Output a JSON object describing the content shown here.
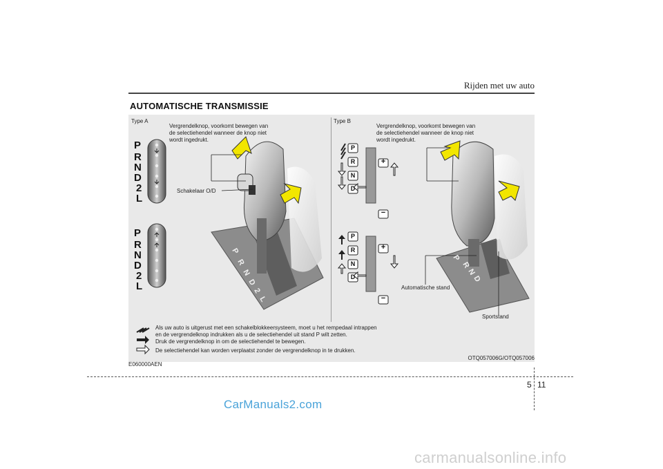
{
  "header": {
    "title": "Rijden met uw auto"
  },
  "section": {
    "title": "AUTOMATISCHE TRANSMISSIE"
  },
  "figure": {
    "type_a": {
      "label": "Type A",
      "lock_callout": [
        "Vergrendelknop, voorkomt bewegen van",
        "de selectiehendel wanneer de knop niet",
        "wordt ingedrukt."
      ],
      "od_callout": "Schakelaar O/D",
      "gears_top": [
        "P",
        "R",
        "N",
        "D",
        "2",
        "L"
      ],
      "gears_bottom": [
        "P",
        "R",
        "N",
        "D",
        "2",
        "L"
      ],
      "gate_letters": [
        "P",
        "R",
        "N",
        "D",
        "2",
        "L"
      ]
    },
    "type_b": {
      "label": "Type B",
      "lock_callout": [
        "Vergrendelknop, voorkomt bewegen van",
        "de selectiehendel wanneer de knop niet",
        "wordt ingedrukt."
      ],
      "gears_top": [
        "P",
        "R",
        "N",
        "D"
      ],
      "gears_bottom": [
        "P",
        "R",
        "N",
        "D"
      ],
      "plus": "+",
      "minus": "−",
      "auto_callout": "Automatische stand",
      "sport_callout": "Sportstand",
      "gate_letters": [
        "P",
        "R",
        "N",
        "D"
      ]
    },
    "legend": [
      "Als uw auto is uitgerust met een schakelblokkeersysteem, moet u het rempedaal intrappen",
      "en de vergrendelknop indrukken als u de selectiehendel uit stand P wilt zetten.",
      "Druk de vergrendelknop in om de selectiehendel te bewegen.",
      "De selectiehendel kan worden verplaatst zonder de vergrendelknop in te drukken."
    ],
    "image_code": "OTQ057006G/OTQ057006"
  },
  "ref_code": "E060000AEN",
  "page": {
    "chapter": "5",
    "number": "11"
  },
  "watermarks": {
    "site1": "CarManuals2.com",
    "site2": "carmanualsonline.info"
  },
  "colors": {
    "arrow_yellow": "#f2e600",
    "panel_gray": "#e9e9e9",
    "gate_gray": "#8a8a8a"
  }
}
